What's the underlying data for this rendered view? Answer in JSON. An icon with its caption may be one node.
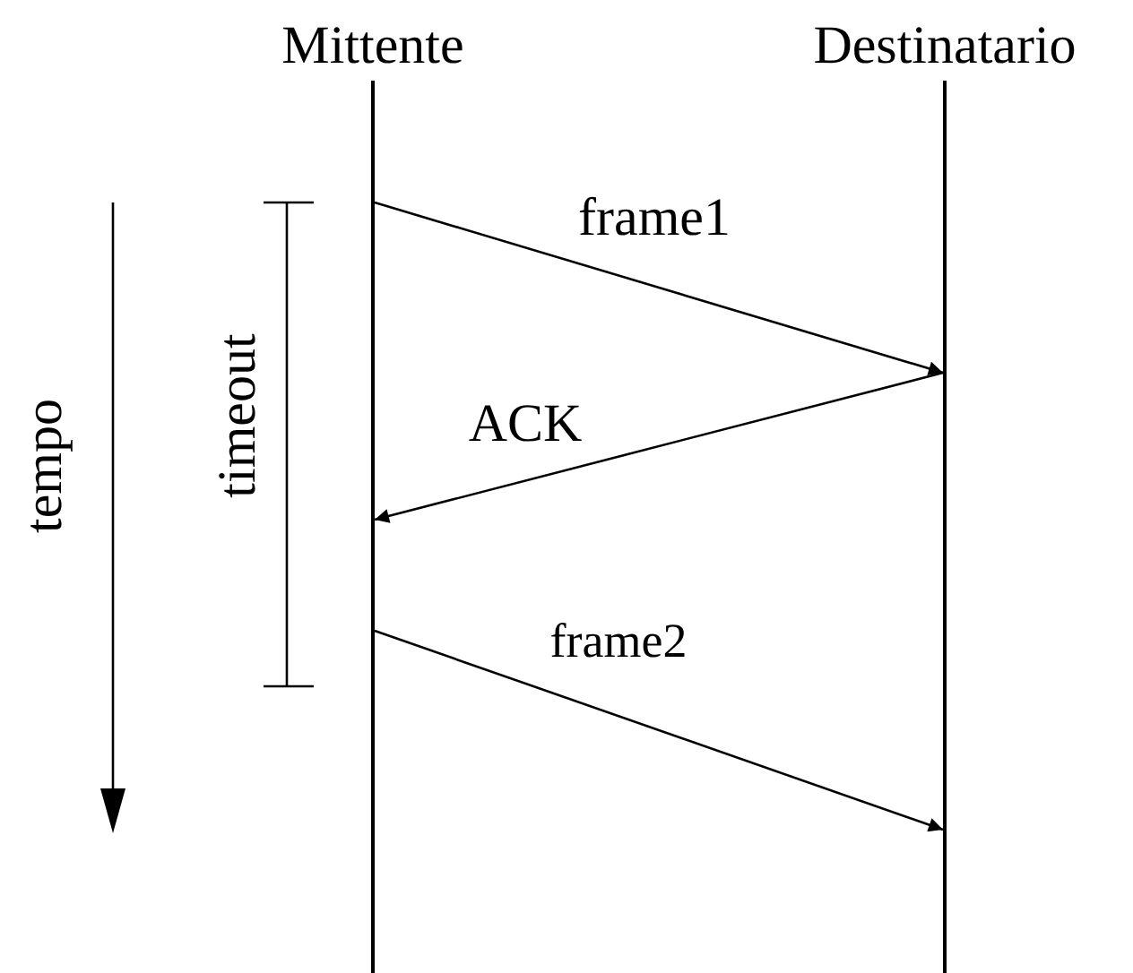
{
  "diagram": {
    "nodes": [
      {
        "text": [
          "Mittente"
        ]
      },
      {
        "text": [
          "Destinatario"
        ]
      }
    ],
    "edges": [
      {
        "from": 0,
        "to": 1,
        "arrow": "to",
        "label": "frame1"
      },
      {
        "from": 1,
        "to": 0,
        "arrow": "to",
        "label": "ACK"
      },
      {
        "from": 0,
        "to": 1,
        "arrow": "to",
        "label": "frame2"
      }
    ],
    "labels": [
      "tempo",
      "timeout"
    ]
  }
}
